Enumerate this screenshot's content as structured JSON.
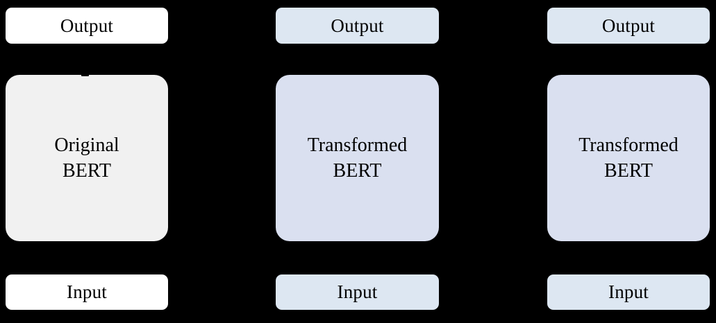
{
  "figure": {
    "background_color": "#000000",
    "type": "diagram",
    "description": "Three parallel model pipelines: Input to model block to Output"
  },
  "palette": {
    "white": "#ffffff",
    "off_white": "#f1f1f1",
    "ice_blue": "#dde7f2",
    "blue": "#dae0f0",
    "text": "#000000"
  },
  "columns": [
    {
      "id": "column-original",
      "output_label": "Output",
      "model_line_1": "Original",
      "model_line_2": "BERT",
      "input_label": "Input",
      "io_fill": "#ffffff",
      "model_fill": "#f1f1f1"
    },
    {
      "id": "column-transformed-1",
      "output_label": "Output",
      "model_line_1": "Transformed",
      "model_line_2": "BERT",
      "input_label": "Input",
      "io_fill": "#dde7f2",
      "model_fill": "#dae0f0"
    },
    {
      "id": "column-transformed-2",
      "output_label": "Output",
      "model_line_1": "Transformed",
      "model_line_2": "BERT",
      "input_label": "Input",
      "io_fill": "#dde7f2",
      "model_fill": "#dae0f0"
    }
  ]
}
